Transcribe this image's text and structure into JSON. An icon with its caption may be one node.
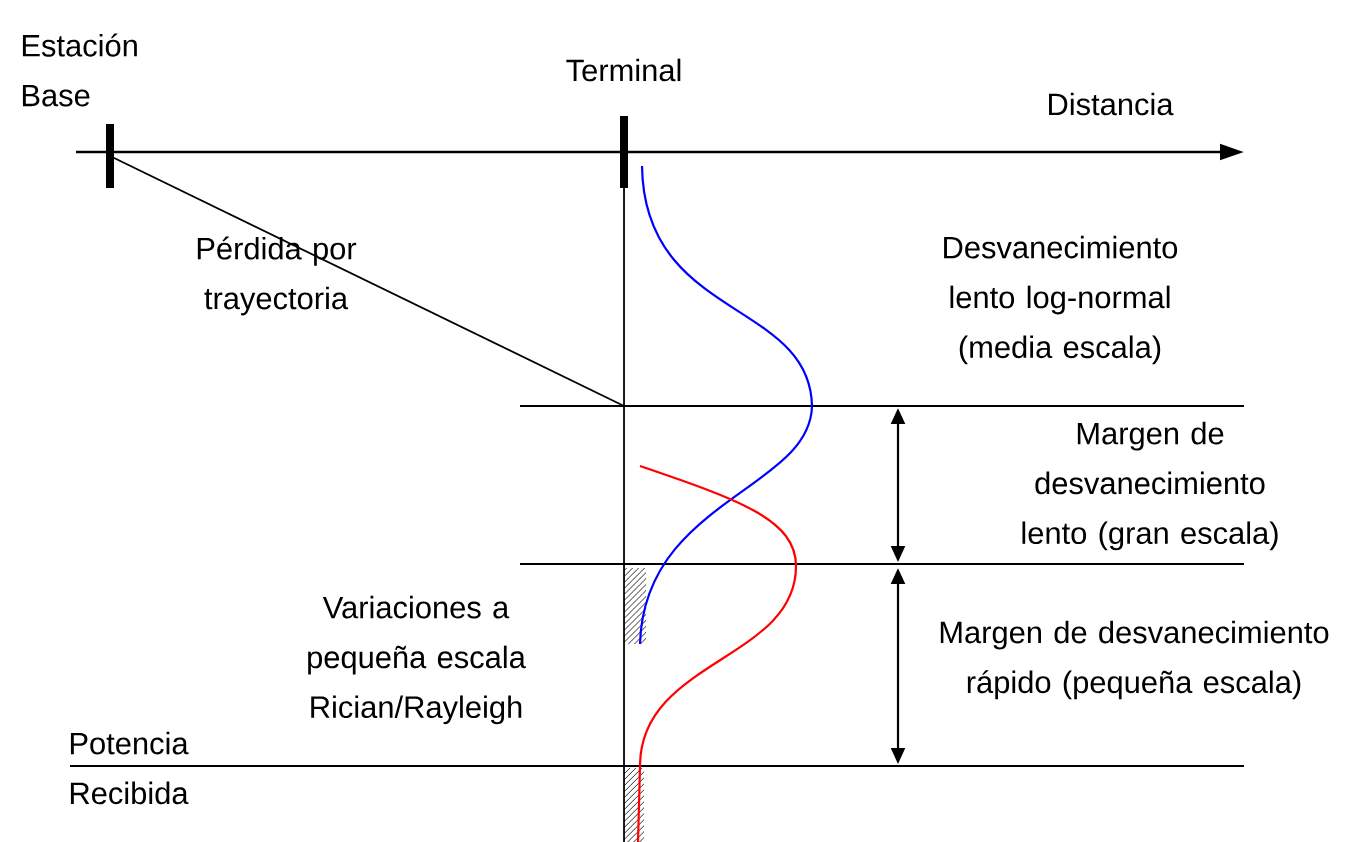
{
  "diagram": {
    "labels": [
      "Estación Base",
      "Terminal",
      "Distancia",
      "Pérdida por trayectoria",
      "Desvanecimiento lento log-normal (media escala)",
      "Margen de desvanecimiento lento (gran escala)",
      "Variaciones a pequeña escala Rician/Rayleigh",
      "Margen de desvanecimiento rápido (pequeña escala)",
      "Potencia Recibida"
    ]
  }
}
